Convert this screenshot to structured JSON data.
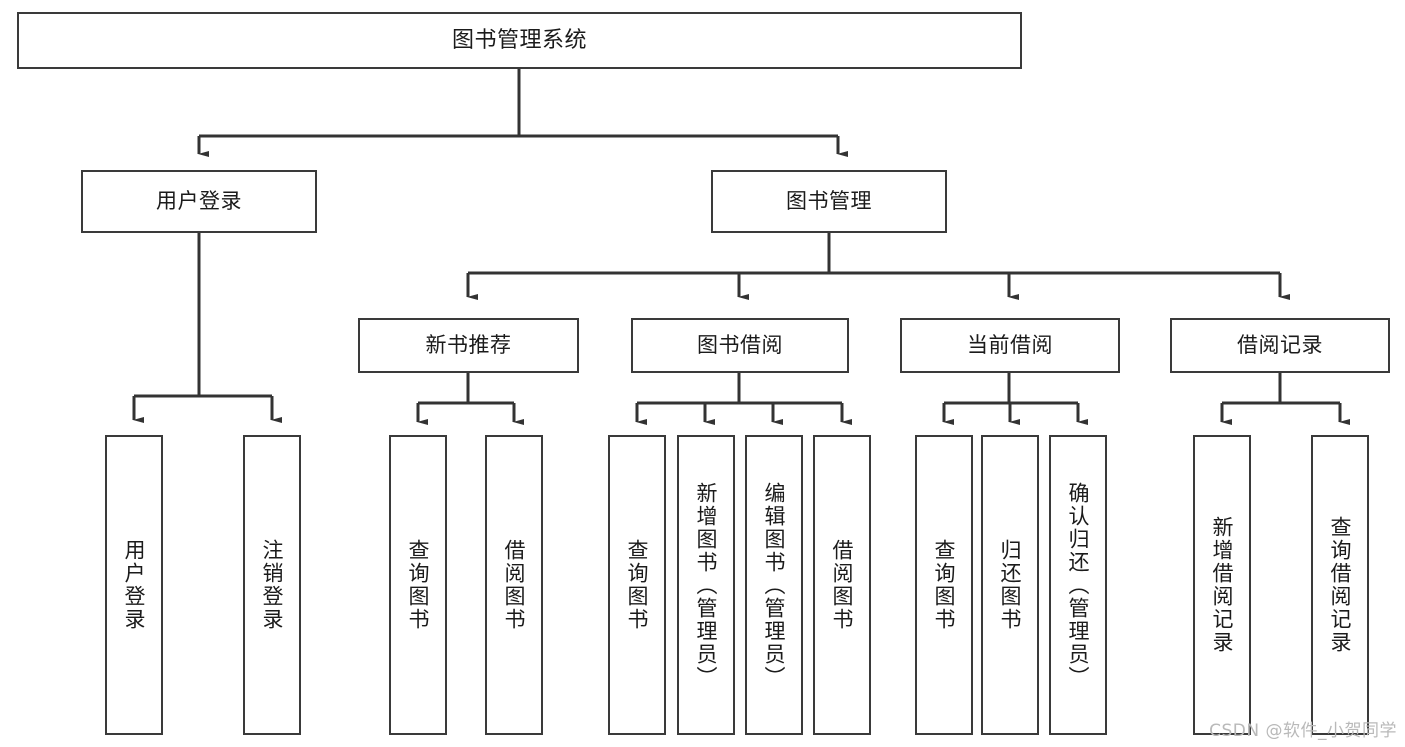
{
  "diagram": {
    "type": "tree",
    "title": "图书管理系统",
    "watermark": "CSDN @软件_小贺同学",
    "colors": {
      "box_border": "#3a3a3a",
      "box_fill": "#ffffff",
      "connector": "#333333",
      "text": "#1b1b1b",
      "watermark": "#b9b9b9",
      "background": "#ffffff"
    },
    "nodes": {
      "root": {
        "label": "图书管理系统"
      },
      "level2": [
        {
          "label": "用户登录"
        },
        {
          "label": "图书管理"
        }
      ],
      "level3": [
        {
          "label": "新书推荐"
        },
        {
          "label": "图书借阅"
        },
        {
          "label": "当前借阅"
        },
        {
          "label": "借阅记录"
        }
      ],
      "leaves": {
        "user_login": [
          {
            "label": "用户登录"
          },
          {
            "label": "注销登录"
          }
        ],
        "new_book_recommend": [
          {
            "label": "查询图书"
          },
          {
            "label": "借阅图书"
          }
        ],
        "book_borrow": [
          {
            "label": "查询图书"
          },
          {
            "label": "新增图书（管理员）"
          },
          {
            "label": "编辑图书（管理员）"
          },
          {
            "label": "借阅图书"
          }
        ],
        "current_borrow": [
          {
            "label": "查询图书"
          },
          {
            "label": "归还图书"
          },
          {
            "label": "确认归还（管理员）"
          }
        ],
        "borrow_record": [
          {
            "label": "新增借阅记录"
          },
          {
            "label": "查询借阅记录"
          }
        ]
      }
    }
  }
}
